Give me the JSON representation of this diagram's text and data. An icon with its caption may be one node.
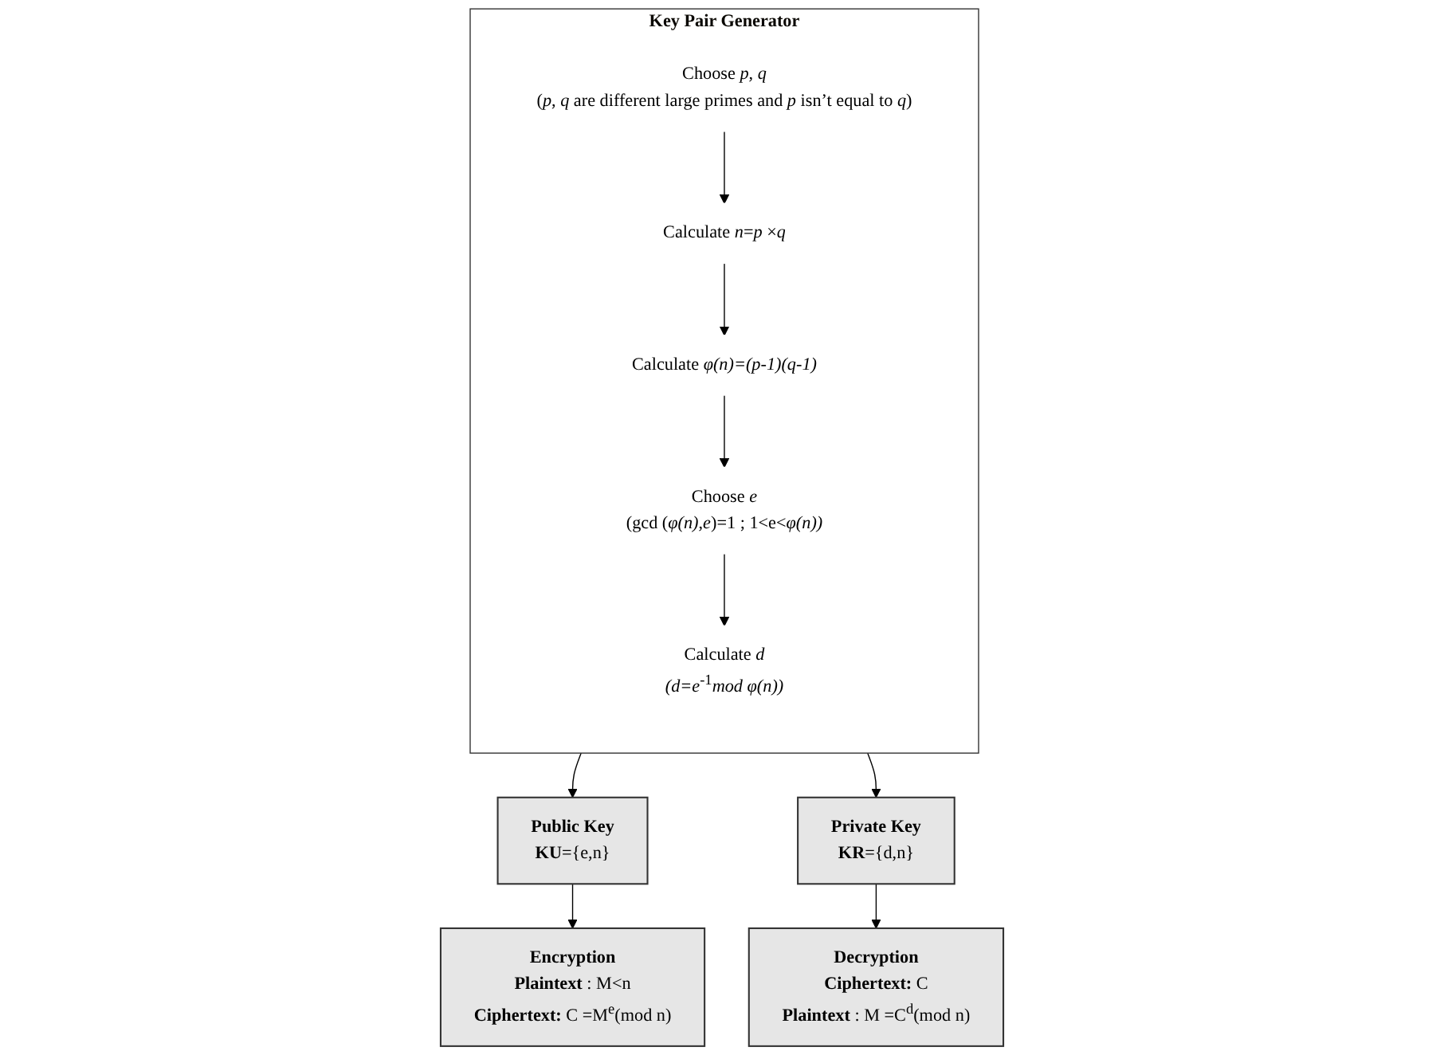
{
  "diagram": {
    "nodes": [
      {
        "text": [
          "Key Pair Generator"
        ]
      },
      {
        "text": [
          "Choose *p*, *q*",
          "(*p*, *q* are different large primes and *p* isn’t equal to *q*)"
        ],
        "in": 0
      },
      {
        "text": [
          "Calculate *n*=*p* ×*q*"
        ],
        "in": 0
      },
      {
        "text": [
          "Calculate *φ(n)=(p-1)(q-1)*"
        ],
        "in": 0
      },
      {
        "text": [
          "Choose *e*",
          "(gcd (*φ(n)*,*e*)=1 ; 1<e<*φ(n))*"
        ],
        "in": 0
      },
      {
        "text": [
          "Calculate *d*",
          "*(d=e*$^{-1}$*mod φ(n))*"
        ],
        "in": 0
      },
      {
        "text": [
          "Public Key",
          "**KU**={e,n}"
        ]
      },
      {
        "text": [
          "Private Key",
          "**KR**={d,n}"
        ]
      },
      {
        "text": [
          "Encryption",
          "**Plaintext** : M<n",
          "**Ciphertext:** C =M$^{e}$(mod n)"
        ]
      },
      {
        "text": [
          "Decryption",
          "**Ciphertext:** C",
          "**Plaintext** : M =C$^{d}$(mod n)"
        ]
      }
    ],
    "edges": [
      {
        "from": 1,
        "to": 2,
        "arrow": "to"
      },
      {
        "from": 2,
        "to": 3,
        "arrow": "to"
      },
      {
        "from": 3,
        "to": 4,
        "arrow": "to"
      },
      {
        "from": 4,
        "to": 5,
        "arrow": "to"
      },
      {
        "from": 0,
        "to": 6,
        "arrow": "to"
      },
      {
        "from": 0,
        "to": 7,
        "arrow": "to"
      },
      {
        "from": 6,
        "to": 8,
        "arrow": "to"
      },
      {
        "from": 7,
        "to": 9,
        "arrow": "to"
      }
    ]
  }
}
